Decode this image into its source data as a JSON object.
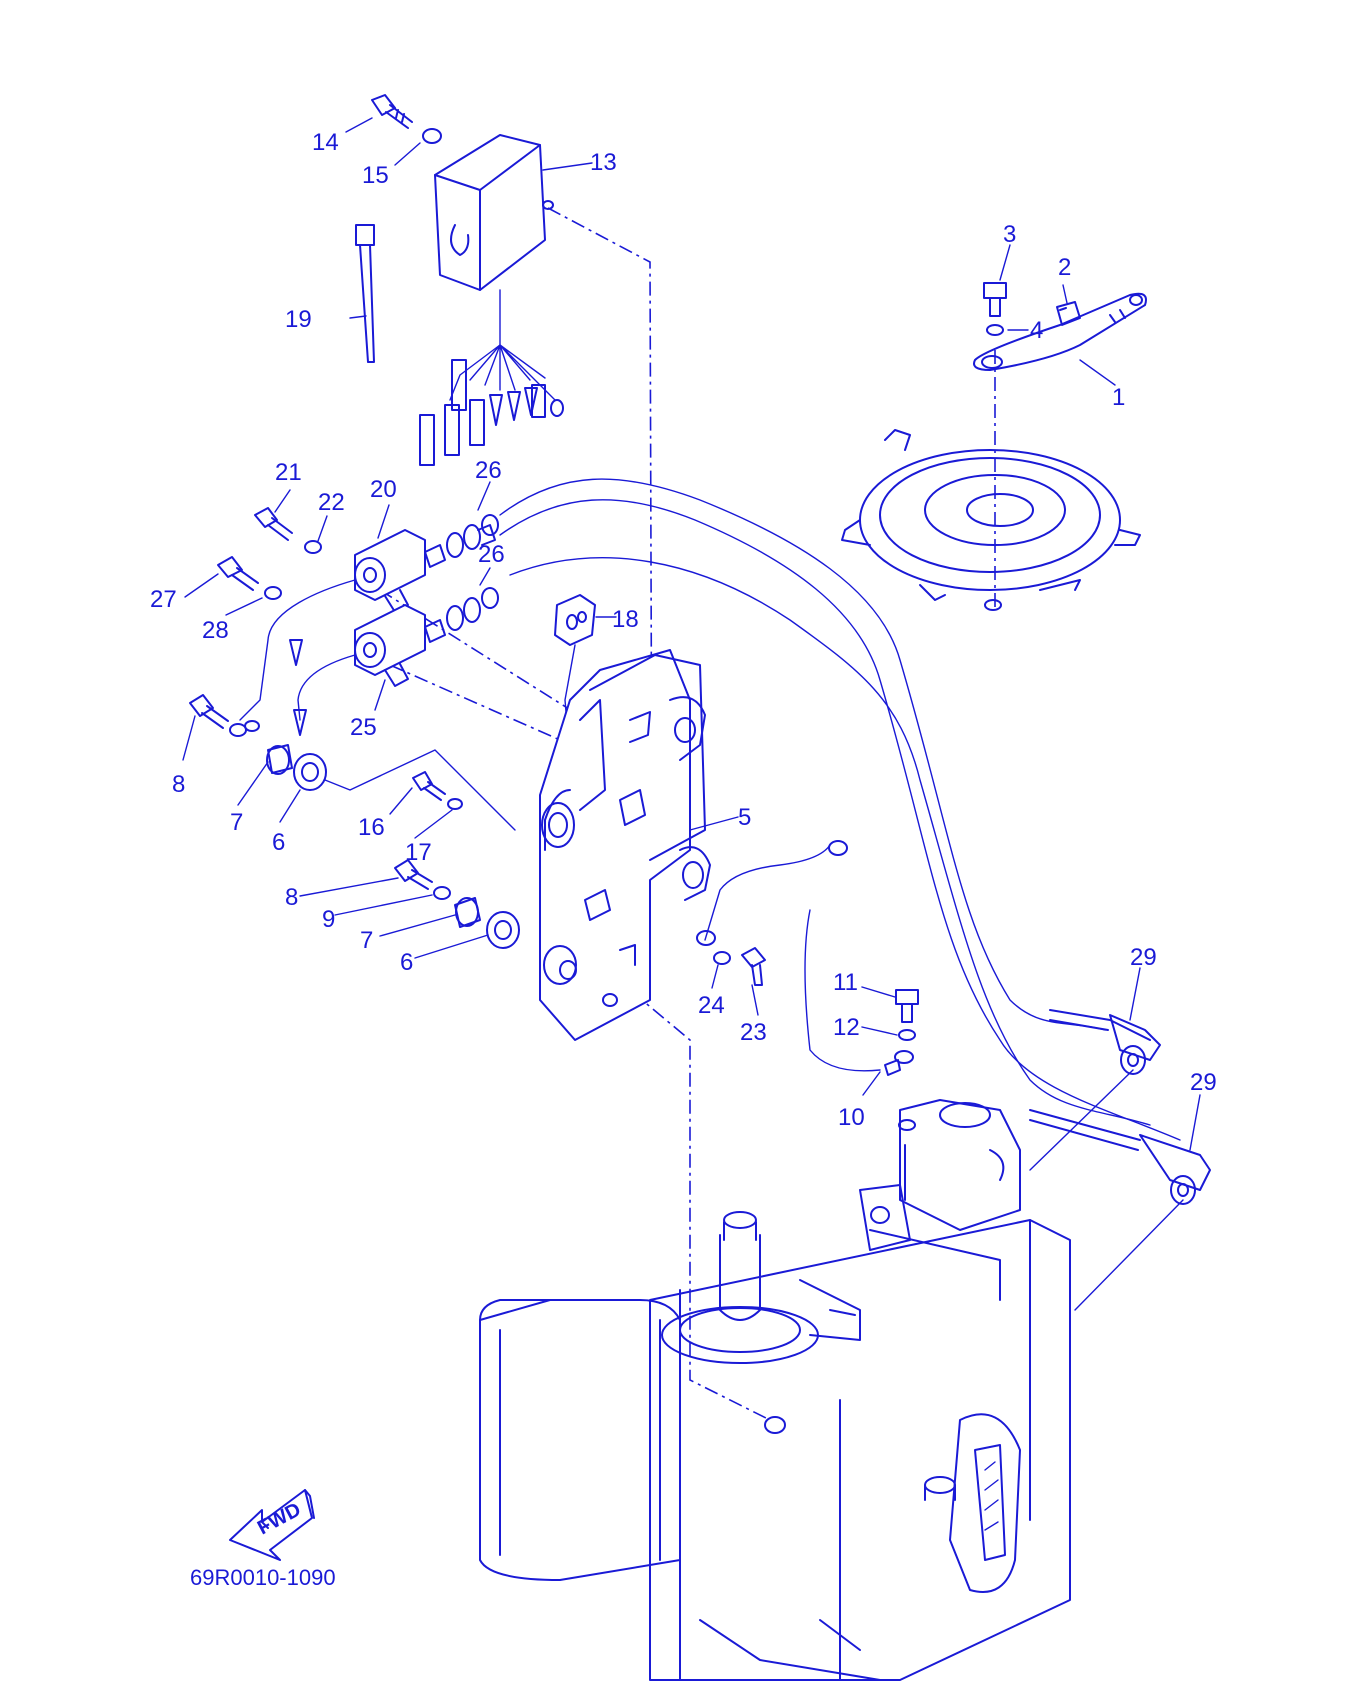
{
  "diagram": {
    "code": "69R0010-1090",
    "fwd_label": "FWD",
    "callouts": [
      "14",
      "15",
      "13",
      "19",
      "3",
      "2",
      "4",
      "1",
      "21",
      "20",
      "26",
      "22",
      "26",
      "27",
      "28",
      "18",
      "25",
      "8",
      "7",
      "6",
      "16",
      "17",
      "5",
      "8",
      "9",
      "7",
      "6",
      "24",
      "23",
      "11",
      "12",
      "10",
      "29",
      "29"
    ]
  },
  "colors": {
    "ink": "#1a1ad6",
    "paper": "#ffffff"
  }
}
